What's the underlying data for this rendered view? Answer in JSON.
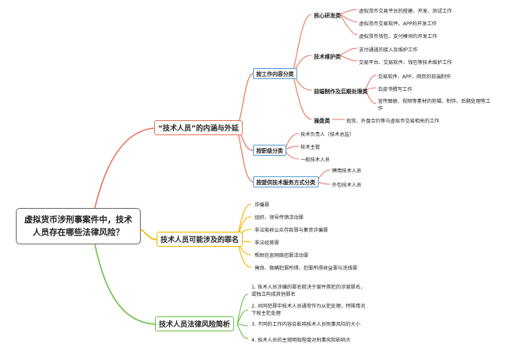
{
  "root": {
    "title": "虚拟货币涉刑事案件中，技术人员存在哪些法律风险？"
  },
  "branch1": {
    "title": "“技术人员”的内涵与外延",
    "by_content": {
      "title": "按工作内容分类",
      "core_dev": {
        "title": "核心研发类",
        "items": [
          "虚拟货币交易平台的搭建、开发、测试工作",
          "虚拟货币交易软件、APP的开发工作",
          "虚拟货币钱包、支付模块的开发工作"
        ]
      },
      "maintenance": {
        "title": "技术维护类",
        "items": [
          "支付通道的接入及维护工作",
          "交易平台、交易软件、钱包等技术维护工作"
        ]
      },
      "frontend": {
        "title": "前端制作及后期处理类",
        "items": [
          "交易软件、APP、网页的前端制作",
          "白皮书撰写工作",
          "宣传图册、视频等素材的剪辑、制作、后期处理等工作"
        ]
      },
      "operation": {
        "title": "操盘类",
        "items": [
          "现货、外盘合约等与虚拟币交易相关的工作"
        ]
      }
    },
    "by_level": {
      "title": "按职级分类",
      "items": [
        "技术负责人（技术总监）",
        "技术主管",
        "一般技术人员"
      ]
    },
    "by_service": {
      "title": "按提供技术服务方式分类",
      "items": [
        "聘用技术人员",
        "外包技术人员"
      ]
    }
  },
  "branch2": {
    "title": "技术人员可能涉及的罪名",
    "items": [
      "诈骗罪",
      "组织、领导传销活动罪",
      "非法吸收公众存款罪与集资诈骗罪",
      "非法经营罪",
      "帮助信息网络犯罪活动罪",
      "掩饰、隐瞒犯罪所得、犯罪所得收益罪与洗钱罪"
    ]
  },
  "branch3": {
    "title": "技术人员法律风险简析",
    "items": [
      "1. 技术人员涉嫌的罪名取决于案件首犯的涉案罪名，或独立构成其他罪名",
      "2. 共同犯罪中技术人员通常作为从犯处理，特殊情况下按主犯处理",
      "3. 不同的工作内容会影响技术人员刑事风险的大小",
      "4. 技术人员的主观明知程度对刑事风险影响大"
    ]
  },
  "colors": {
    "red": "#e57760",
    "blue": "#5b9bd5",
    "yellow": "#f0b400",
    "green": "#6cc04a",
    "grey": "#888888"
  }
}
